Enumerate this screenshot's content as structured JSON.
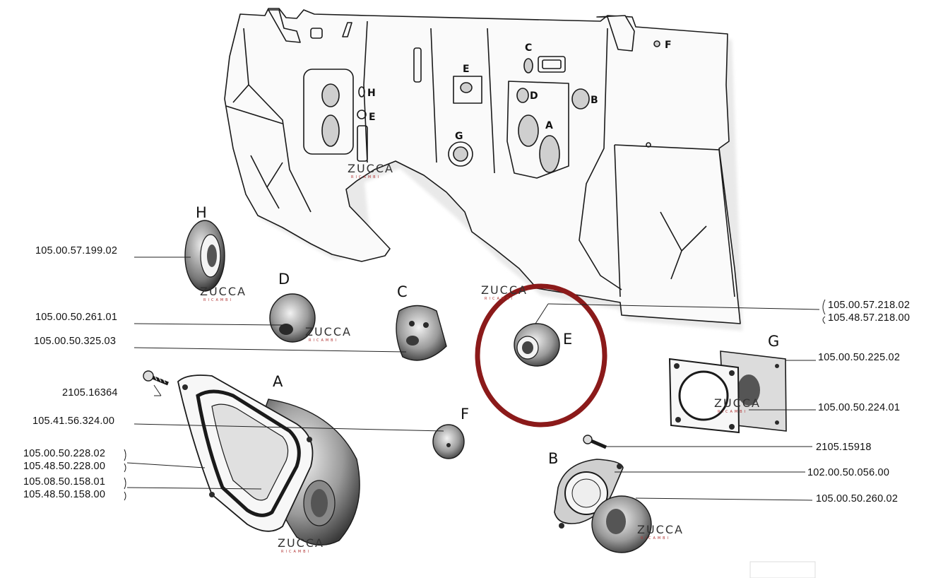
{
  "panel_labels": [
    "C",
    "F",
    "E",
    "D",
    "B",
    "H",
    "E",
    "A",
    "G"
  ],
  "part_letters": {
    "H": "H",
    "D": "D",
    "C": "C",
    "A": "A",
    "F": "F",
    "E": "E",
    "G": "G",
    "B": "B"
  },
  "part_numbers": {
    "h_grommet": "105.00.57.199.02",
    "d_grommet": "105.00.50.261.01",
    "c_grommet": "105.00.50.325.03",
    "a_screw": "2105.16364",
    "f_plug": "105.41.56.324.00",
    "a_boot_1": "105.00.50.228.02",
    "a_boot_2": "105.48.50.228.00",
    "a_boot_3": "105.08.50.158.01",
    "a_boot_4": "105.48.50.158.00",
    "e_grommet_1": "105.00.57.218.02",
    "e_grommet_2": "105.48.57.218.00",
    "g_plate_1": "105.00.50.225.02",
    "g_plate_2": "105.00.50.224.01",
    "b_screw": "2105.15918",
    "b_ring": "102.00.50.056.00",
    "b_grommet": "105.00.50.260.02"
  },
  "watermark": {
    "brand": "ZUCCA",
    "sub": "RICAMBI"
  },
  "colors": {
    "highlight_circle": "#8b1a1a",
    "ink": "#1a1a1a",
    "watermark_accent": "#b03030"
  }
}
